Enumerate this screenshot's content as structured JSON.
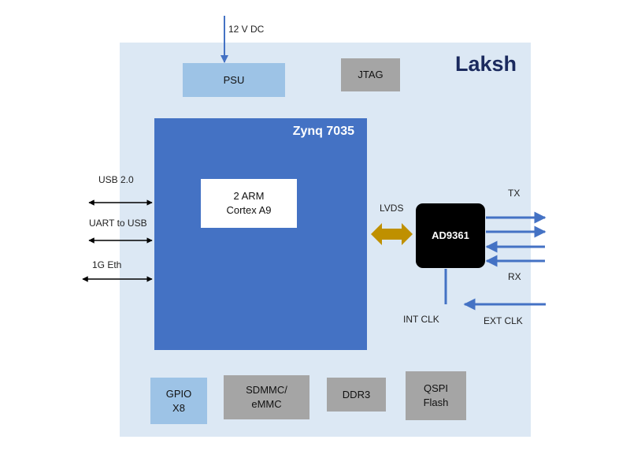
{
  "title": "Laksh",
  "psu": {
    "label": "PSU",
    "input_label": "12 V DC"
  },
  "jtag": {
    "label": "JTAG"
  },
  "zynq": {
    "label": "Zynq 7035",
    "core_label": "2 ARM\nCortex A9"
  },
  "ad9361": {
    "label": "AD9361"
  },
  "left_interfaces": [
    {
      "label": "USB 2.0"
    },
    {
      "label": "UART to USB"
    },
    {
      "label": "1G Eth"
    }
  ],
  "lvds_label": "LVDS",
  "rf": {
    "tx_label": "TX",
    "rx_label": "RX"
  },
  "clocks": {
    "int_label": "INT CLK",
    "ext_label": "EXT CLK"
  },
  "bottom_blocks": [
    {
      "label": "GPIO\nX8"
    },
    {
      "label": "SDMMC/\neMMC"
    },
    {
      "label": "DDR3"
    },
    {
      "label": "QSPI\nFlash"
    }
  ],
  "colors": {
    "board": "#dce8f4",
    "zynq": "#4472c4",
    "light_block": "#9dc3e6",
    "gray_block": "#a5a5a5",
    "arrow_blue": "#4472c4",
    "lvds_arrow": "#bf9000",
    "title": "#1b2a5e"
  }
}
